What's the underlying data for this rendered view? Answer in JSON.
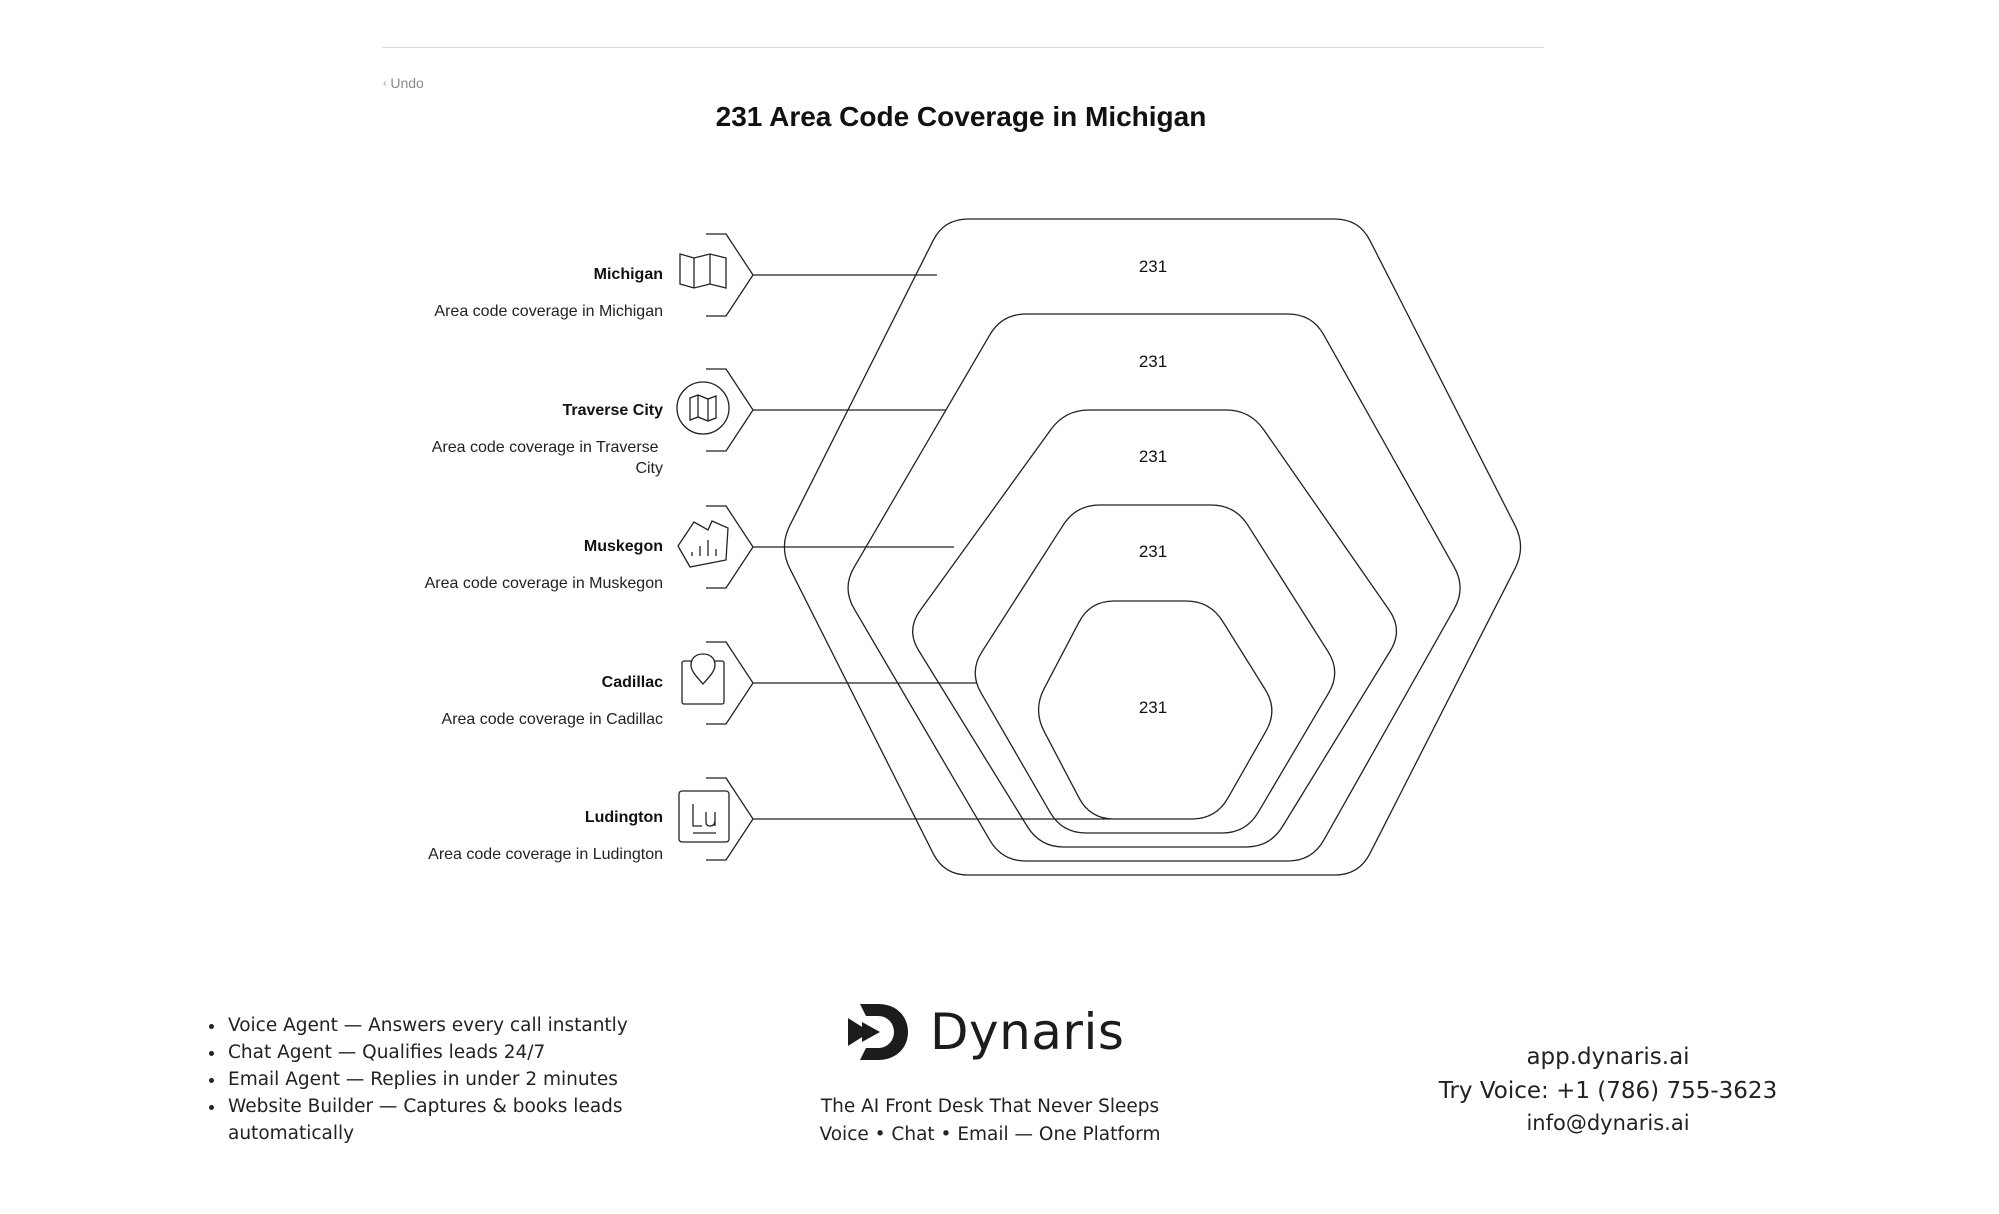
{
  "toolbar": {
    "undo_label": "Undo"
  },
  "diagram": {
    "title": "231 Area Code Coverage in Michigan",
    "items": [
      {
        "title": "Michigan",
        "description": "Area code coverage in Michigan",
        "icon": "map-icon"
      },
      {
        "title": "Traverse City",
        "description": "Area code coverage in Traverse City",
        "icon": "folded-map-icon"
      },
      {
        "title": "Muskegon",
        "description": "Area code coverage in Muskegon",
        "icon": "city-chart-icon"
      },
      {
        "title": "Cadillac",
        "description": "Area code coverage in Cadillac",
        "icon": "location-pin-icon"
      },
      {
        "title": "Ludington",
        "description": "Area code coverage in Ludington",
        "icon": "lu-text-icon"
      }
    ],
    "rings": [
      "231",
      "231",
      "231",
      "231",
      "231"
    ],
    "colors": {
      "stroke": "#222222",
      "text": "#111111"
    }
  },
  "footer": {
    "features": [
      "Voice Agent — Answers every call instantly",
      "Chat Agent — Qualifies leads 24/7",
      "Email Agent — Replies in under 2 minutes",
      " Website Builder — Captures & books leads automatically"
    ],
    "brand": {
      "name": "Dynaris",
      "tagline": "The AI Front Desk That Never Sleeps",
      "subline": "Voice • Chat • Email — One Platform"
    },
    "contact": {
      "url": "app.dynaris.ai",
      "phone": "Try Voice: +1 (786) 755-3623",
      "email": "info@dynaris.ai"
    }
  }
}
